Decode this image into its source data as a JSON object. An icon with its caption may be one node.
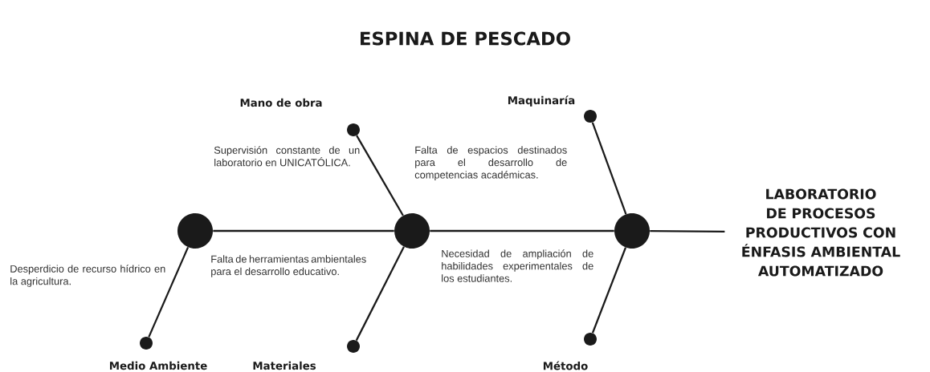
{
  "diagram": {
    "title": "ESPINA DE PESCADO",
    "nodes": [
      {
        "text": [],
        "shape": "circle",
        "beside": [
          "Mano de obra"
        ]
      },
      {
        "text": [],
        "shape": "circle",
        "beside": [
          "Maquinaría"
        ]
      },
      {
        "text": [],
        "shape": "circle"
      },
      {
        "text": [],
        "shape": "circle"
      },
      {
        "text": [],
        "shape": "circle"
      },
      {
        "text": [
          "LABORATORIO DE PROCESOS PRODUCTIVOS CON ÉNFASIS AMBIENTAL AUTOMATIZADO"
        ]
      },
      {
        "text": [],
        "shape": "circle",
        "beside": [
          "Medio Ambiente"
        ]
      },
      {
        "text": [],
        "shape": "circle",
        "beside": [
          "Materiales"
        ]
      },
      {
        "text": [],
        "shape": "circle",
        "beside": [
          "Método"
        ]
      }
    ],
    "edges": [
      {
        "from": 2,
        "to": 3,
        "arrow": "none"
      },
      {
        "from": 3,
        "to": 4,
        "arrow": "none"
      },
      {
        "from": 4,
        "to": 5,
        "arrow": "none"
      },
      {
        "from": 0,
        "to": 3,
        "arrow": "none"
      },
      {
        "from": 1,
        "to": 4,
        "arrow": "none"
      },
      {
        "from": 6,
        "to": 2,
        "arrow": "none"
      },
      {
        "from": 7,
        "to": 3,
        "arrow": "none"
      },
      {
        "from": 8,
        "to": 4,
        "arrow": "none"
      }
    ],
    "labels": [
      "Supervisión constante de un laboratorio en UNICATÓLICA.",
      "Falta de espacios destinados para el desarrollo de competencias académicas.",
      "Desperdicio de recurso hídrico en la agricultura.",
      "Falta de herramientas ambientales para el desarrollo educativo.",
      "Necesidad de ampliación de habilidades experimentales de los estudiantes."
    ]
  }
}
